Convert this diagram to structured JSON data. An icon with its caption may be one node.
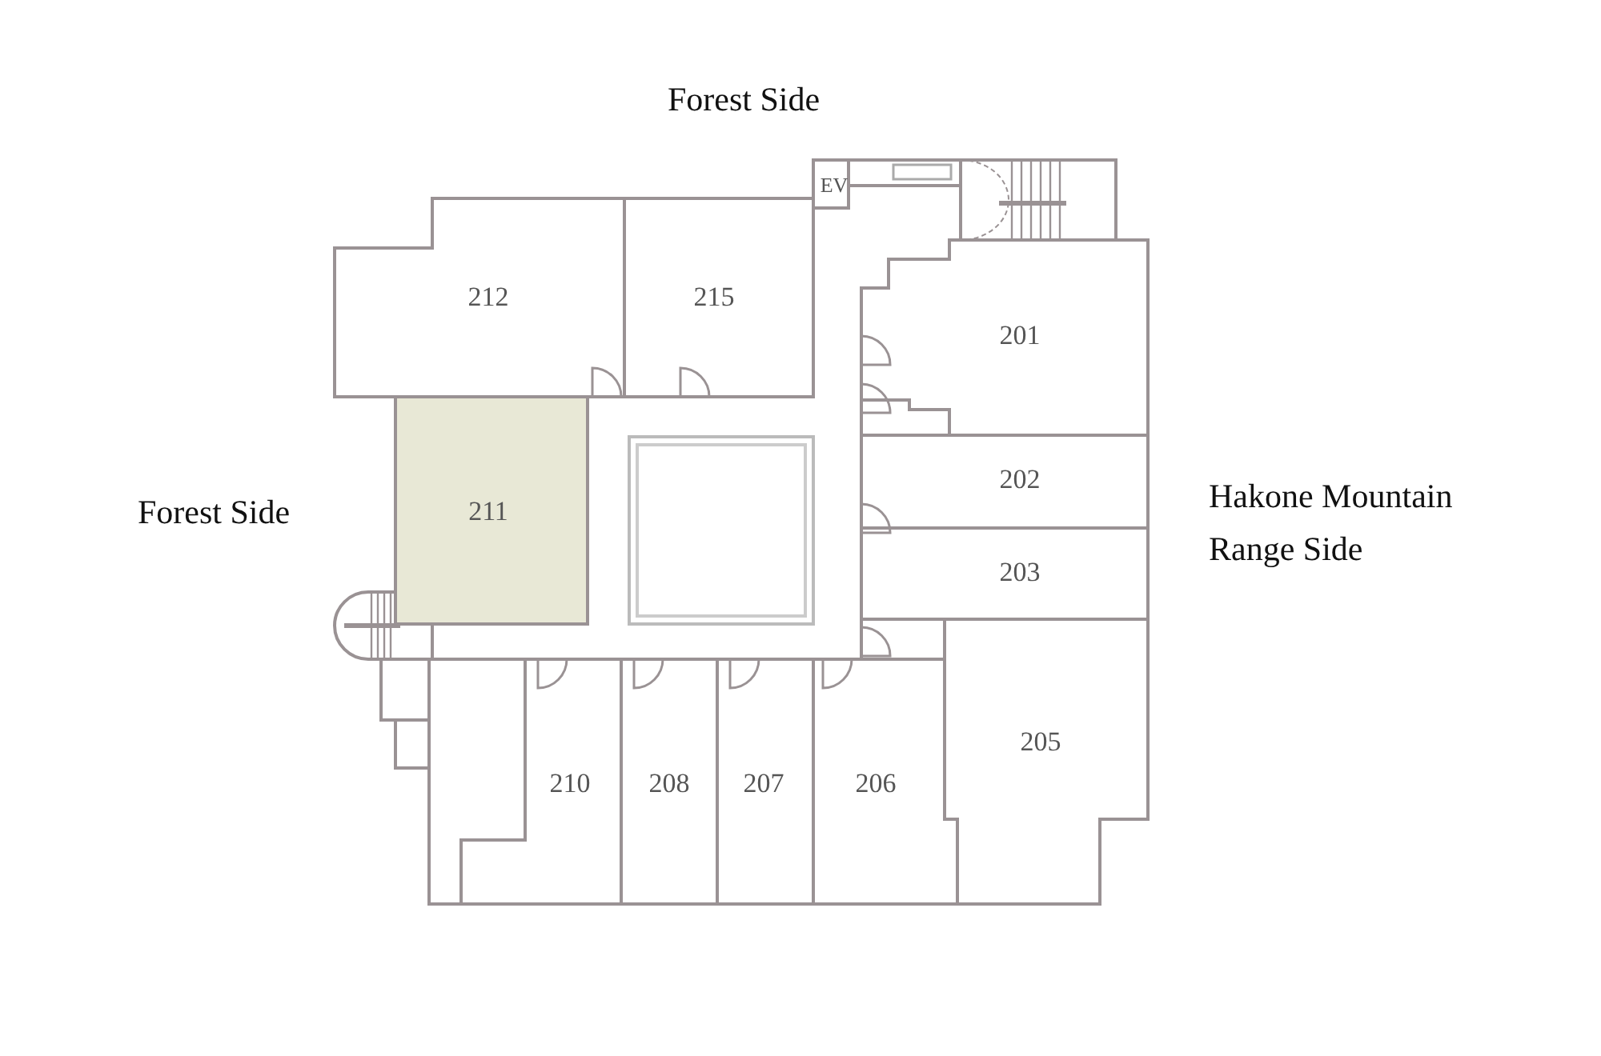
{
  "diagram": {
    "nodes": [
      {
        "text": [
          "EV"
        ]
      },
      {
        "text": [
          "212"
        ]
      },
      {
        "text": [
          "215"
        ]
      },
      {
        "text": [
          "201"
        ]
      },
      {
        "text": [
          "211"
        ]
      },
      {
        "text": [
          "202"
        ]
      },
      {
        "text": [
          "203"
        ]
      },
      {
        "text": [
          "205"
        ]
      },
      {
        "text": [
          "210"
        ]
      },
      {
        "text": [
          "208"
        ]
      },
      {
        "text": [
          "207"
        ]
      },
      {
        "text": [
          "206"
        ]
      }
    ],
    "edges": [],
    "labels": [
      "Forest Side",
      "Forest Side",
      "Hakone Mountain Range Side"
    ]
  }
}
